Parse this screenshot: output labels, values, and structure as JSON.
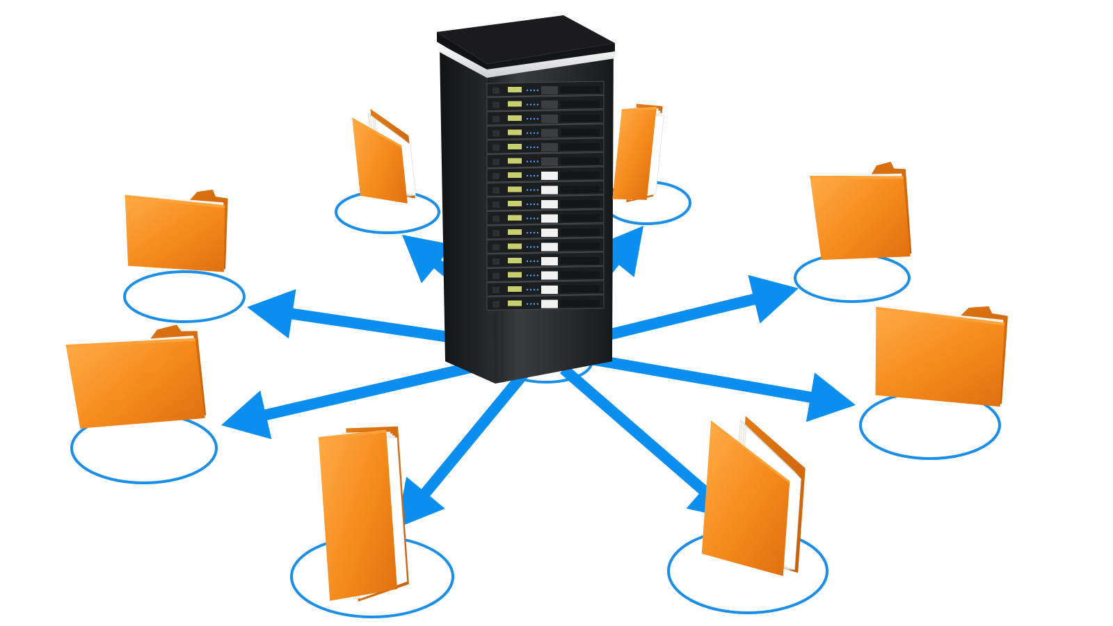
{
  "scene": {
    "subject": "server",
    "background_color": "#ffffff",
    "colors": {
      "arrow": "#0a8ff0",
      "ring": "#1a8ee8",
      "folder_light": "#ffa23a",
      "folder_mid": "#f58a1c",
      "folder_dark": "#d9680b",
      "paper": "#f6f4ee",
      "server_body": "#2a2b2e",
      "server_top": "#1b1b1d",
      "led": "#c8cf6e"
    },
    "server": {
      "icon": "server-rack-icon",
      "unit_count": 16
    },
    "folders": [
      {
        "id": "top-left",
        "icon": "folder-icon"
      },
      {
        "id": "top-right",
        "icon": "folder-icon"
      },
      {
        "id": "left-upper",
        "icon": "folder-icon"
      },
      {
        "id": "left-lower",
        "icon": "folder-icon"
      },
      {
        "id": "right-upper",
        "icon": "folder-icon"
      },
      {
        "id": "right-lower",
        "icon": "folder-icon"
      },
      {
        "id": "bottom-left",
        "icon": "folder-icon"
      },
      {
        "id": "bottom-right",
        "icon": "folder-icon"
      }
    ],
    "arrow_count": 8
  }
}
